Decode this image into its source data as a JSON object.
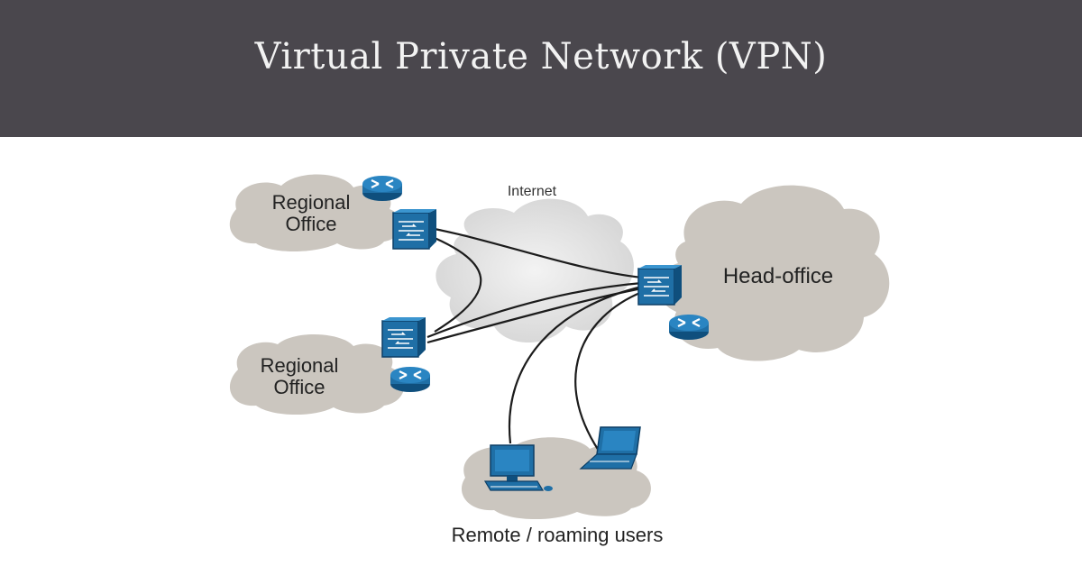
{
  "header": {
    "title": "Virtual Private Network (VPN)"
  },
  "diagram": {
    "internet_label": "Internet",
    "regional_office_top": {
      "line1": "Regional",
      "line2": "Office"
    },
    "regional_office_bottom": {
      "line1": "Regional",
      "line2": "Office"
    },
    "head_office_label": "Head-office",
    "remote_users_label": "Remote / roaming users"
  },
  "colors": {
    "banner": "#4a474d",
    "cloud_gray": "#cbc6bf",
    "internet_cloud": "#dcdcdc",
    "device_blue": "#1f6fa6",
    "device_dark": "#0f4f7d"
  },
  "icons": [
    "router-icon",
    "firewall-icon",
    "desktop-computer-icon",
    "laptop-icon"
  ]
}
